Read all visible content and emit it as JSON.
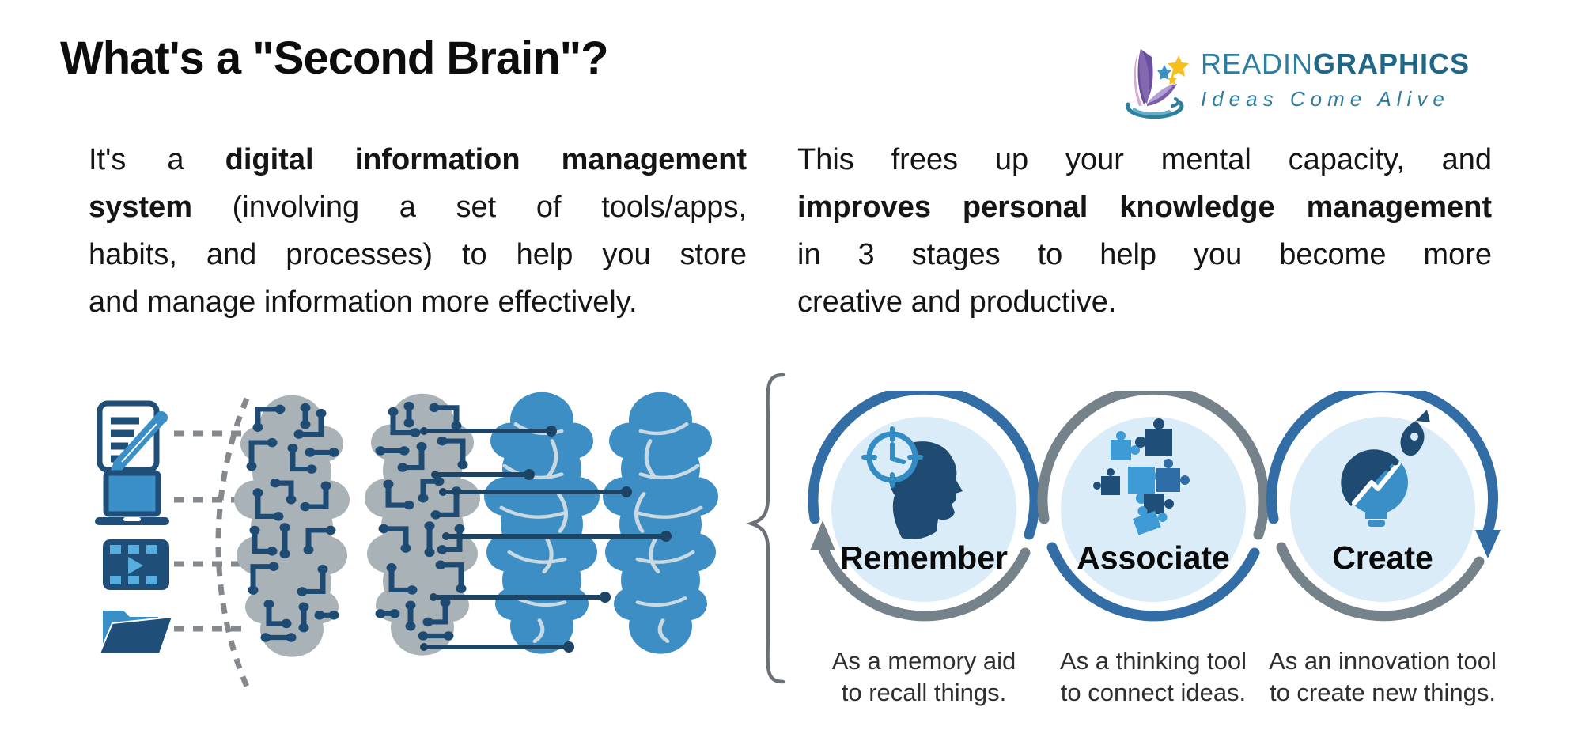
{
  "page": {
    "title": "What's a \"Second Brain\"?"
  },
  "logo": {
    "brand_light": "READIN",
    "brand_bold": "GRAPHICS",
    "tagline": "Ideas Come Alive"
  },
  "intro": {
    "left": {
      "l1n": "It's a ",
      "l1b": "digital information management",
      "l2b": "system",
      "l2n": " (involving a set of tools/apps,",
      "l3": "habits, and processes) to help you store",
      "l4": "and manage information more effectively."
    },
    "right": {
      "l1": "This frees up your mental capacity, and",
      "l2b": "improves personal knowledge management",
      "l3": "in 3 stages to help you become more",
      "l4": "creative and productive."
    }
  },
  "illustration": {
    "source_icons": [
      {
        "name": "note-pencil-icon"
      },
      {
        "name": "laptop-icon"
      },
      {
        "name": "video-icon"
      },
      {
        "name": "folder-icon"
      }
    ],
    "left_brain_style": "circuit",
    "right_brain_style": "organic"
  },
  "stages": [
    {
      "label": "Remember",
      "icon": "head-clock-icon",
      "caption_line1": "As a memory aid",
      "caption_line2": "to recall things."
    },
    {
      "label": "Associate",
      "icon": "puzzle-pieces-icon",
      "caption_line1": "As a thinking tool",
      "caption_line2": "to connect ideas."
    },
    {
      "label": "Create",
      "icon": "bulb-rocket-icon",
      "caption_line1": "As an innovation tool",
      "caption_line2": "to create new things."
    }
  ],
  "colors": {
    "navy": "#1f4e79",
    "blue": "#3a8fc7",
    "brain_blue": "#3e8ec6",
    "lobe_gray": "#a9b2b7",
    "circuit_navy": "#1d4b74",
    "ring_blue": "#336da6",
    "ring_gray": "#76828a",
    "disc_fill": "#daecf7",
    "teal": "#2e7d9e",
    "teal_dark": "#1f6687"
  }
}
